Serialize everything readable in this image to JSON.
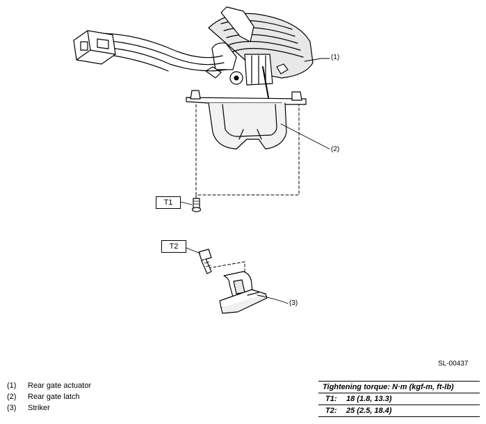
{
  "callouts": {
    "c1": "(1)",
    "c2": "(2)",
    "c3": "(3)"
  },
  "labels": {
    "t1": "T1",
    "t2": "T2"
  },
  "figure_id": "SL-00437",
  "legend": [
    {
      "num": "(1)",
      "text": "Rear gate actuator"
    },
    {
      "num": "(2)",
      "text": "Rear gate latch"
    },
    {
      "num": "(3)",
      "text": "Striker"
    }
  ],
  "torque": {
    "heading": "Tightening torque: N·m (kgf-m, ft-lb)",
    "rows": [
      {
        "label": "T1:",
        "value": "18 (1.8, 13.3)"
      },
      {
        "label": "T2:",
        "value": "25 (2.5, 18.4)"
      }
    ]
  }
}
